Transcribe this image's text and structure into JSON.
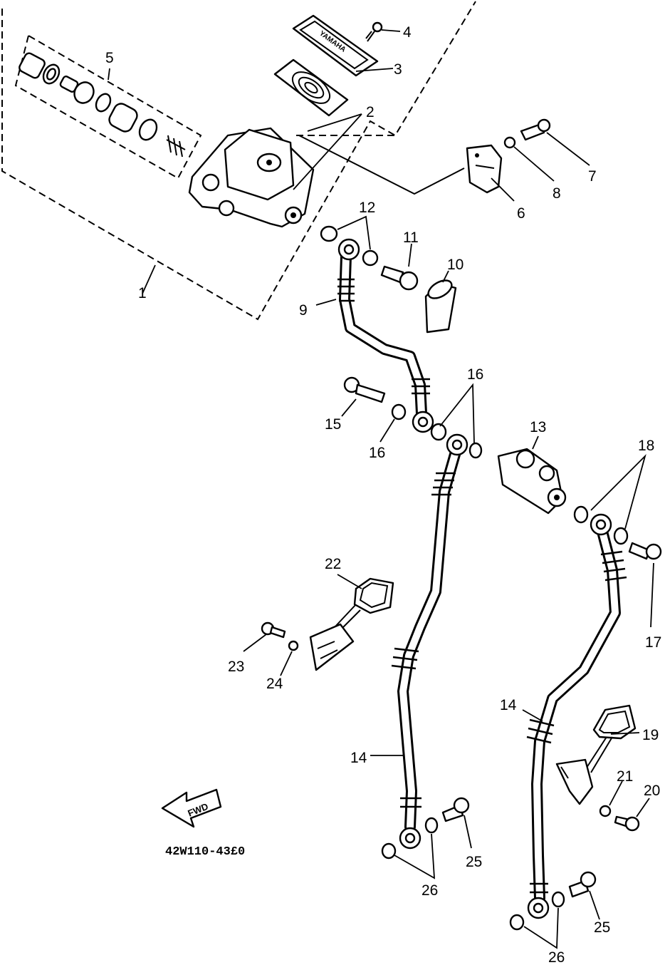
{
  "diagram_code": "42W110-43£0",
  "fwd_arrow_text": "FWD",
  "reservoir_cap_logo": "YAMAHA",
  "callouts": {
    "c1": "1",
    "c2": "2",
    "c3": "3",
    "c4": "4",
    "c5": "5",
    "c6": "6",
    "c7": "7",
    "c8": "8",
    "c9": "9",
    "c10": "10",
    "c11": "11",
    "c12": "12",
    "c13": "13",
    "c14a": "14",
    "c14b": "14",
    "c15": "15",
    "c16a": "16",
    "c16b": "16",
    "c17": "17",
    "c18": "18",
    "c19": "19",
    "c20": "20",
    "c21": "21",
    "c22": "22",
    "c23": "23",
    "c24": "24",
    "c25a": "25",
    "c25b": "25",
    "c26a": "26",
    "c26b": "26"
  }
}
